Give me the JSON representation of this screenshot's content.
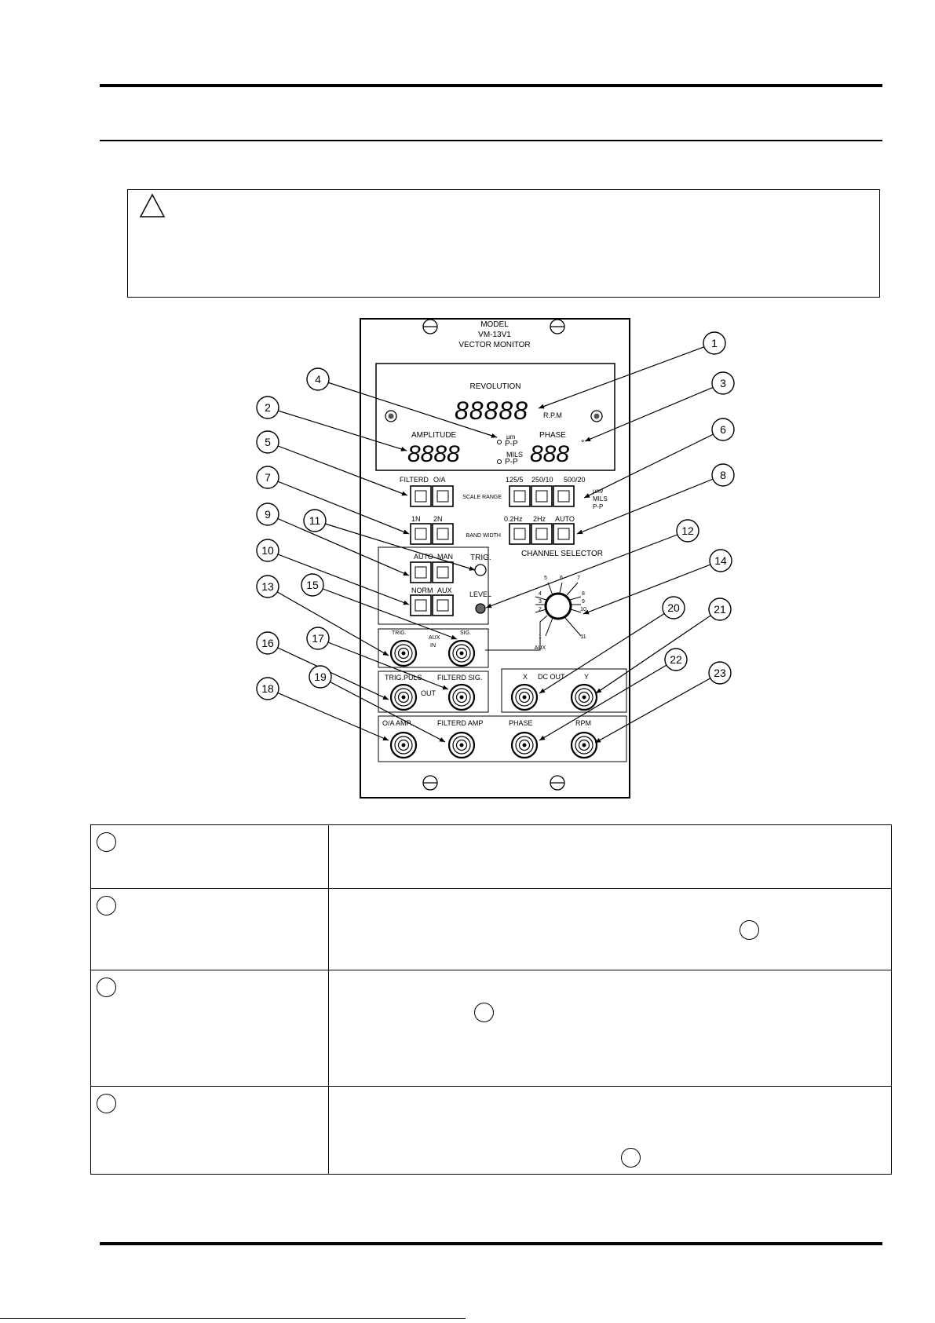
{
  "panel": {
    "model_line1": "MODEL",
    "model_line2": "VM-13V1",
    "model_line3": "VECTOR MONITOR",
    "revolution_label": "REVOLUTION",
    "rpm_digits": "88888",
    "rpm_unit": "R.P.M",
    "amplitude_label": "AMPLITUDE",
    "amplitude_digits": "8888",
    "unit_um": "µm",
    "unit_pp": "P-P",
    "unit_mils": "MILS",
    "unit_pp2": "P-P",
    "phase_label": "PHASE",
    "phase_digits": "888",
    "phase_unit": "°",
    "filterd_label": "FILTERD",
    "oa_label": "O/A",
    "scale_range_label": "SCALE RANGE",
    "scale_opt1": "125/5",
    "scale_opt2": "250/10",
    "scale_opt3": "500/20",
    "scale_unit1": "µm/",
    "scale_unit2": "MILS",
    "scale_unit3": "P-P",
    "in_1n": "1N",
    "in_2n": "2N",
    "band_width_label": "BAND WIDTH",
    "bw_opt1": "0.2Hz",
    "bw_opt2": "2Hz",
    "bw_opt3": "AUTO",
    "auto_label": "AUTO",
    "man_label": "MAN",
    "trig_label": "TRIG.",
    "level_label": "LEVEL",
    "norm_label": "NORM",
    "aux_label": "AUX",
    "channel_selector_label": "CHANNEL SELECTOR",
    "channels": [
      "1",
      "2",
      "3",
      "4",
      "5",
      "6",
      "7",
      "8",
      "9",
      "10",
      "11"
    ],
    "aux_position_label": "AUX",
    "trig_in_label": "TRIG.",
    "aux_in_label1": "AUX",
    "aux_in_label2": "IN",
    "sig_label": "SIG.",
    "trig_puls_label": "TRIG.PULS",
    "filterd_sig_label": "FILTERD SIG.",
    "out_label": "OUT",
    "x_label": "X",
    "dc_out_label": "DC OUT",
    "y_label": "Y",
    "oa_amp_label": "O/A AMP.",
    "filterd_amp_label": "FILTERD AMP",
    "phase_out_label": "PHASE",
    "rpm_out_label": "RPM",
    "callouts": [
      "1",
      "2",
      "3",
      "4",
      "5",
      "6",
      "7",
      "8",
      "9",
      "10",
      "11",
      "12",
      "13",
      "14",
      "15",
      "16",
      "17",
      "18",
      "19",
      "20",
      "21",
      "22",
      "23"
    ]
  },
  "colors": {
    "ink": "#000000",
    "paper": "#ffffff",
    "panel_bg": "#ffffff"
  }
}
